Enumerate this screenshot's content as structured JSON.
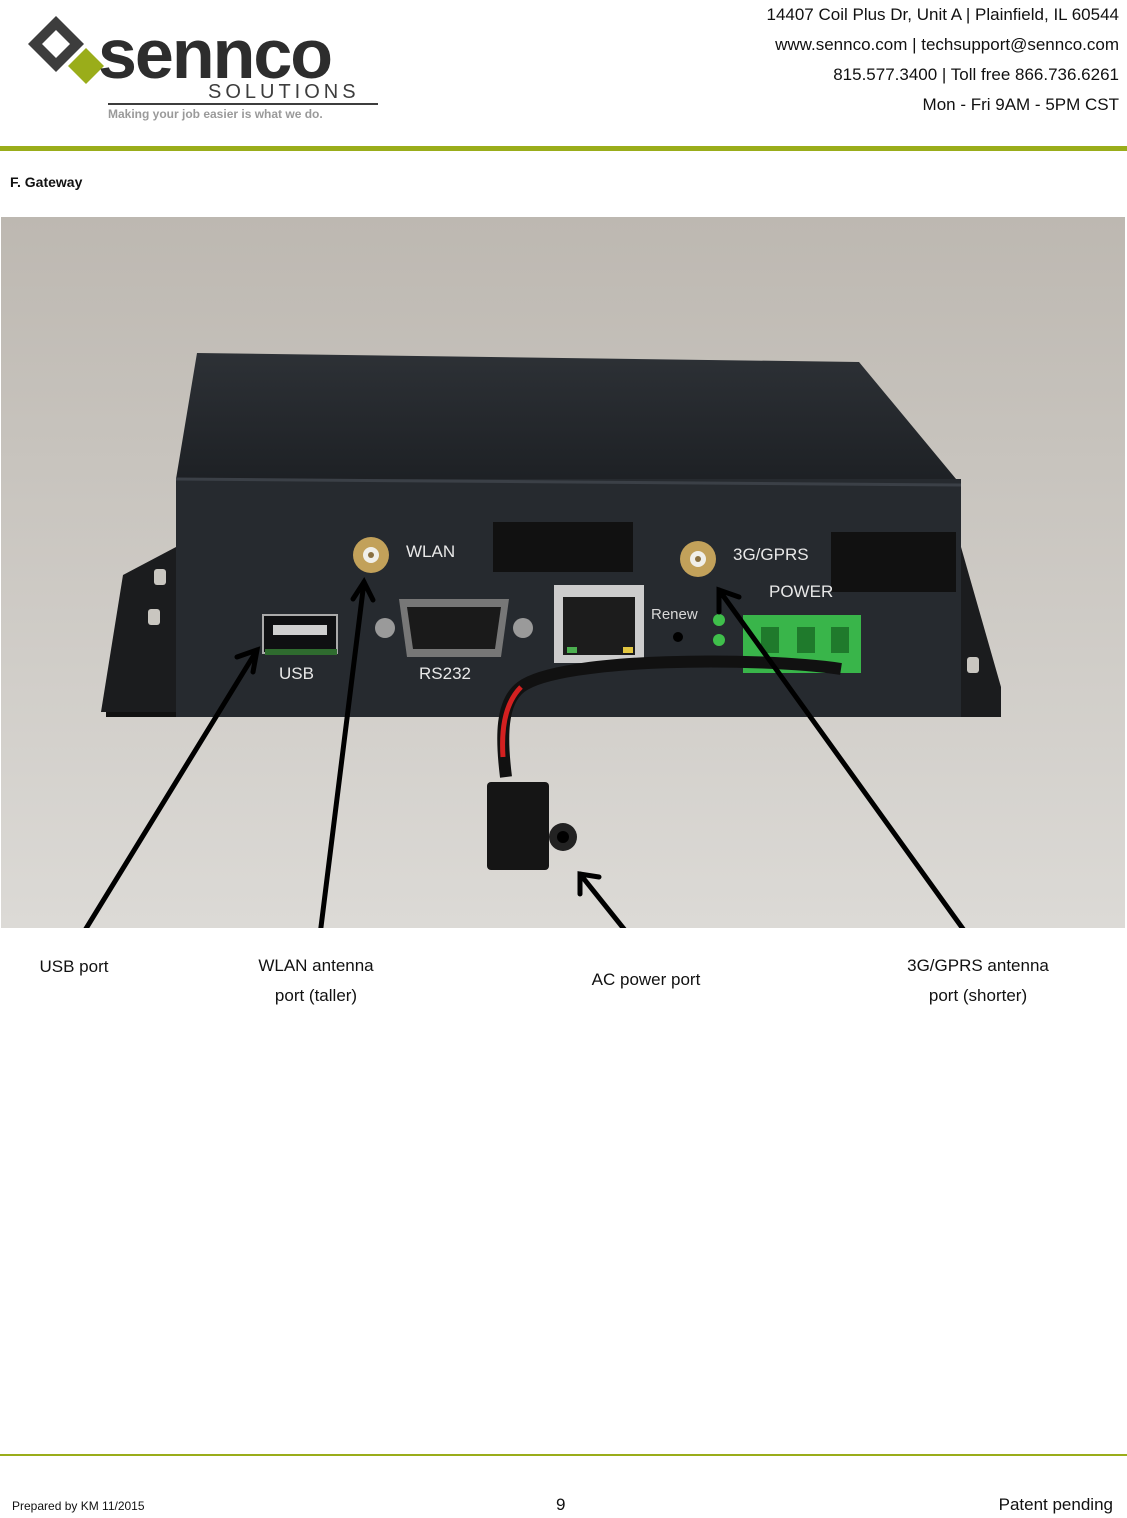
{
  "header": {
    "logo": {
      "wordmark": "sennco",
      "sub": "SOLUTIONS",
      "tagline": "Making your job easier is what we do."
    },
    "contact": [
      "14407 Coil Plus Dr, Unit A | Plainfield, IL 60544",
      "www.sennco.com | techsupport@sennco.com",
      "815.577.3400 | Toll free 866.736.6261",
      "Mon - Fri 9AM - 5PM CST"
    ]
  },
  "section": {
    "title": "F.  Gateway"
  },
  "photo": {
    "device_labels": {
      "wlan": "WLAN",
      "gprs": "3G/GPRS",
      "power": "POWER",
      "usb": "USB",
      "rs232": "RS232",
      "renew": "Renew"
    }
  },
  "callouts": {
    "usb": [
      "USB port"
    ],
    "wlan": [
      "WLAN antenna",
      "port (taller)"
    ],
    "ac": [
      "AC power port"
    ],
    "gprs": [
      "3G/GPRS antenna",
      "port (shorter)"
    ]
  },
  "footer": {
    "prepared": "Prepared by KM 11/2015",
    "page": "9",
    "note": "Patent pending"
  },
  "colors": {
    "accent": "#9aad1a",
    "logo_dark": "#3d3d3d",
    "logo_green": "#9aad1a"
  }
}
